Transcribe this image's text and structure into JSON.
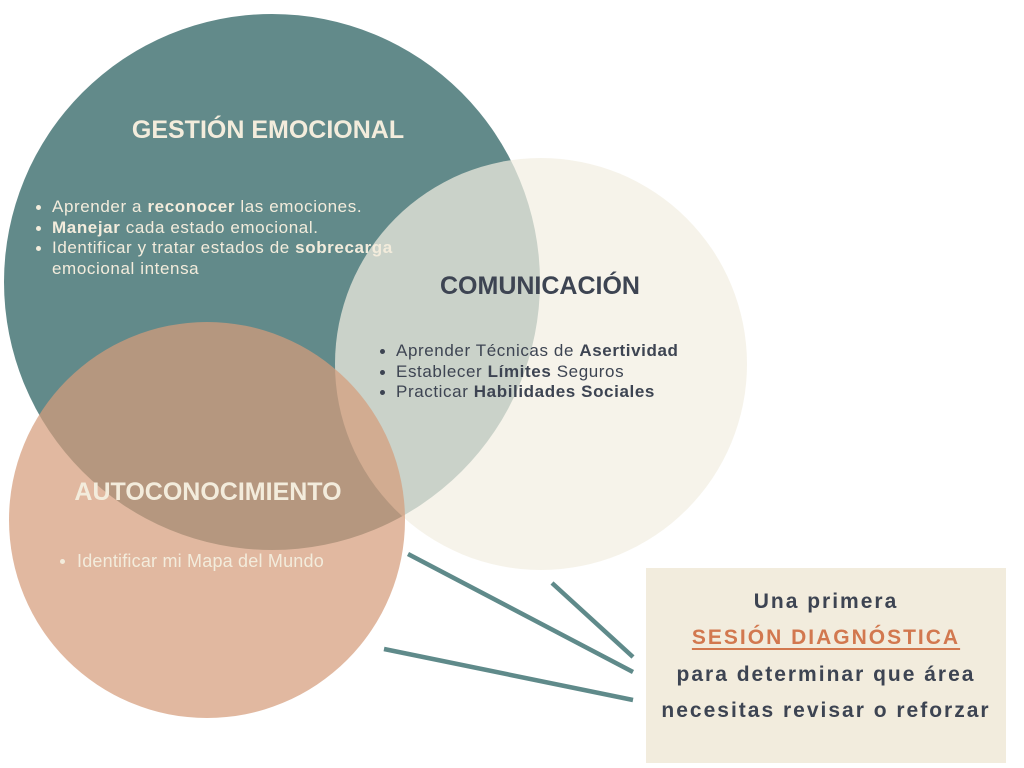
{
  "colors": {
    "teal": "#628a8a",
    "cream": "#f3efe2",
    "orange": "#d69c7b",
    "dark_text": "#3d4452",
    "light_text": "#f3ecdc",
    "accent": "#d2784f",
    "box_bg": "#f2ecdd"
  },
  "gestion": {
    "title": "GESTIÓN EMOCIONAL",
    "items": [
      {
        "pre": "Aprender a ",
        "bold": "reconocer",
        "post": " las emociones."
      },
      {
        "pre": "",
        "bold": "Manejar",
        "post": " cada estado emocional."
      },
      {
        "pre": "Identificar y tratar estados de ",
        "bold": "sobrecarga",
        "post": " emocional intensa"
      }
    ]
  },
  "comunicacion": {
    "title": "COMUNICACIÓN",
    "items": [
      {
        "pre": "Aprender Técnicas de ",
        "bold": "Asertividad",
        "post": ""
      },
      {
        "pre": "Establecer ",
        "bold": "Límites",
        "post": " Seguros"
      },
      {
        "pre": "Practicar ",
        "bold": "Habilidades Sociales",
        "post": ""
      }
    ]
  },
  "autoconocimiento": {
    "title": "AUTOCONOCIMIENTO",
    "items": [
      {
        "pre": "Identificar mi Mapa del Mundo",
        "bold": "",
        "post": ""
      }
    ]
  },
  "callout": {
    "line1": "Una primera",
    "highlight": "SESIÓN DIAGNÓSTICA",
    "line3": "para determinar que área",
    "line4": "necesitas revisar o reforzar"
  }
}
